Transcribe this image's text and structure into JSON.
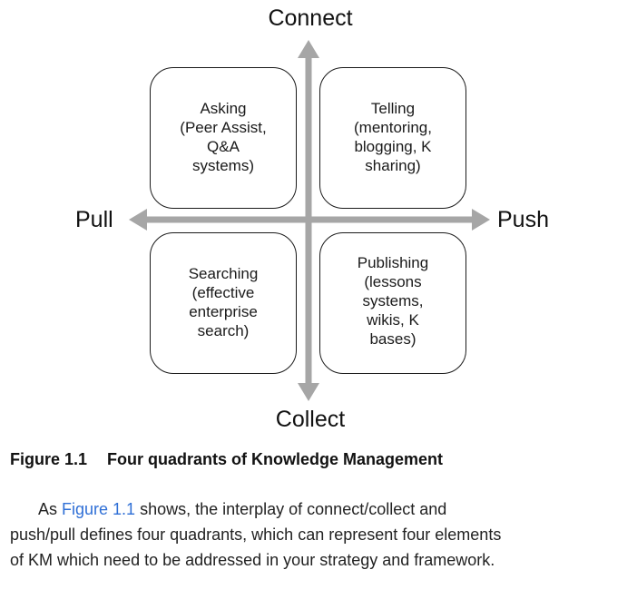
{
  "diagram": {
    "axis_labels": {
      "top": "Connect",
      "bottom": "Collect",
      "left": "Pull",
      "right": "Push"
    },
    "quadrants": {
      "top_left": "Asking\n(Peer Assist,\nQ&A\nsystems)",
      "top_right": "Telling\n(mentoring,\nblogging, K\nsharing)",
      "bottom_left": "Searching\n(effective\nenterprise\nsearch)",
      "bottom_right": "Publishing\n(lessons\nsystems,\nwikis, K\nbases)"
    },
    "colors": {
      "axis": "#a6a6a6",
      "box_border": "#1a1a1a",
      "link": "#2f6fd6"
    }
  },
  "caption": {
    "number": "Figure 1.1",
    "title": "Four quadrants of Knowledge Management"
  },
  "paragraph": {
    "prefix": "As ",
    "link_text": "Figure 1.1",
    "line1_rest": " shows, the interplay of connect/collect and",
    "line2": "push/pull defines four quadrants, which can represent four elements",
    "line3": "of KM which need to be addressed in your strategy and framework."
  }
}
